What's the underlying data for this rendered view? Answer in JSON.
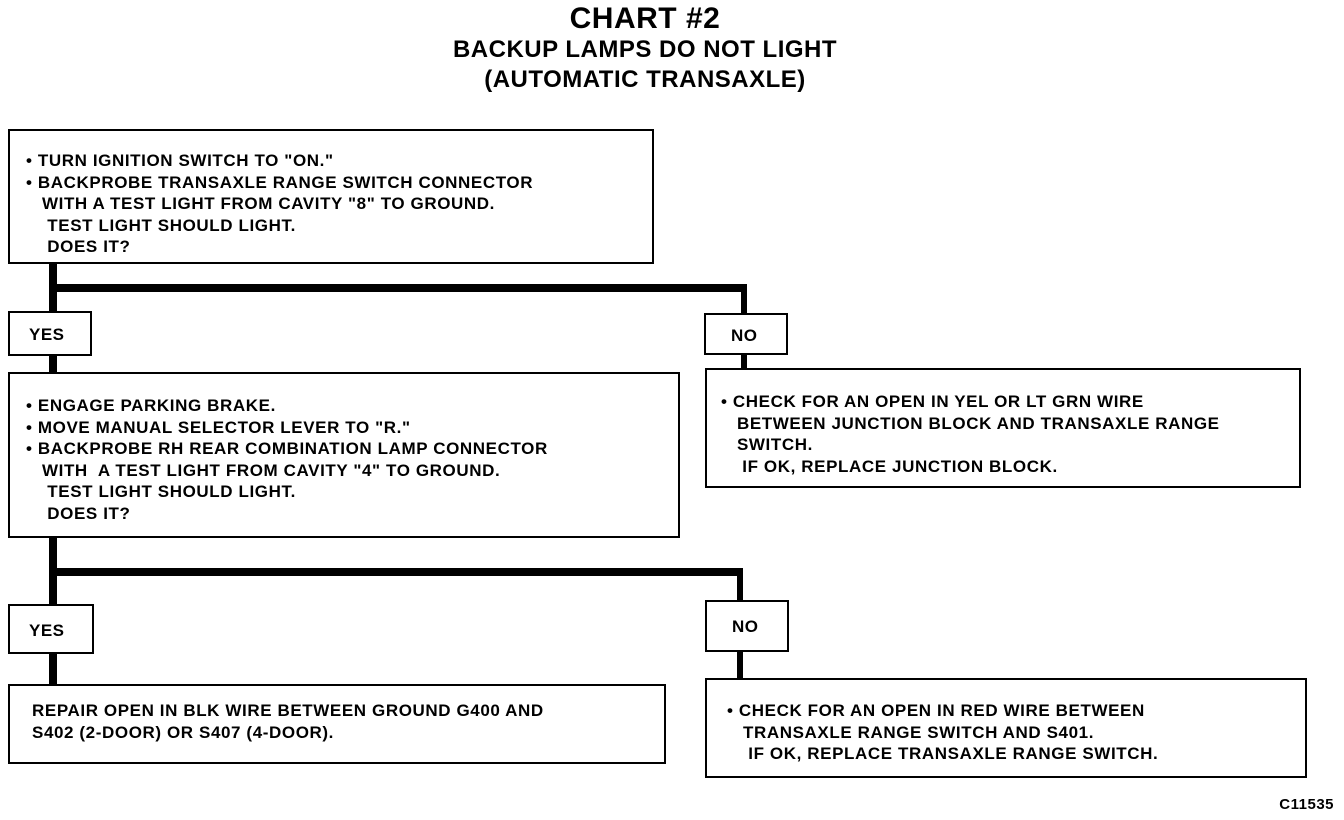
{
  "title": "CHART #2",
  "subtitle_line1": "BACKUP LAMPS DO NOT LIGHT",
  "subtitle_line2": "(AUTOMATIC TRANSAXLE)",
  "boxes": {
    "step1": [
      "• TURN IGNITION SWITCH TO \"ON.\"",
      "• BACKPROBE TRANSAXLE RANGE SWITCH CONNECTOR",
      "   WITH A TEST LIGHT FROM CAVITY \"8\" TO GROUND.",
      "    TEST LIGHT SHOULD LIGHT.",
      "    DOES IT?"
    ],
    "no1": [
      "• CHECK FOR AN OPEN IN YEL OR LT GRN WIRE",
      "   BETWEEN JUNCTION BLOCK AND TRANSAXLE RANGE",
      "   SWITCH.",
      "    IF OK, REPLACE JUNCTION BLOCK."
    ],
    "step2": [
      "• ENGAGE PARKING BRAKE.",
      "• MOVE MANUAL SELECTOR LEVER TO \"R.\"",
      "• BACKPROBE RH REAR COMBINATION LAMP CONNECTOR",
      "   WITH  A TEST LIGHT FROM CAVITY \"4\" TO GROUND.",
      "    TEST LIGHT SHOULD LIGHT.",
      "    DOES IT?"
    ],
    "yes2": [
      "REPAIR OPEN IN BLK WIRE BETWEEN GROUND G400 AND",
      "S402 (2-DOOR) OR S407 (4-DOOR)."
    ],
    "no2": [
      "• CHECK FOR AN OPEN IN RED WIRE BETWEEN",
      "   TRANSAXLE RANGE SWITCH AND S401.",
      "    IF OK, REPLACE TRANSAXLE RANGE SWITCH."
    ]
  },
  "labels": {
    "yes1": "YES",
    "no1": "NO",
    "yes2": "YES",
    "no2": "NO"
  },
  "figure_id": "C11535"
}
